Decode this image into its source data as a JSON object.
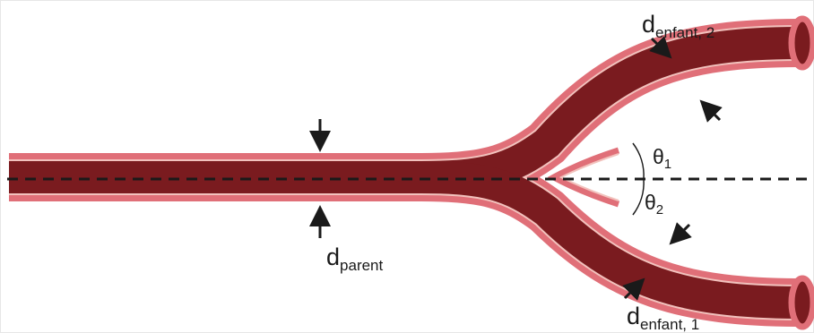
{
  "labels": {
    "d_parent": {
      "base": "d",
      "subscript": "parent"
    },
    "d_enfant_1": {
      "base": "d",
      "subscript": "enfant, 1"
    },
    "d_enfant_2": {
      "base": "d",
      "subscript": "enfant, 2"
    },
    "theta_1": {
      "base": "θ",
      "subscript": "1"
    },
    "theta_2": {
      "base": "θ",
      "subscript": "2"
    }
  },
  "colors": {
    "vessel_wall": "#e06f78",
    "vessel_inner_line": "#f2c2bd",
    "vessel_lumen": "#7a1b1f",
    "arrow": "#1a1a1a",
    "centerline": "#1a1a1a"
  },
  "icons": {
    "arrows": "arrow-icon"
  }
}
